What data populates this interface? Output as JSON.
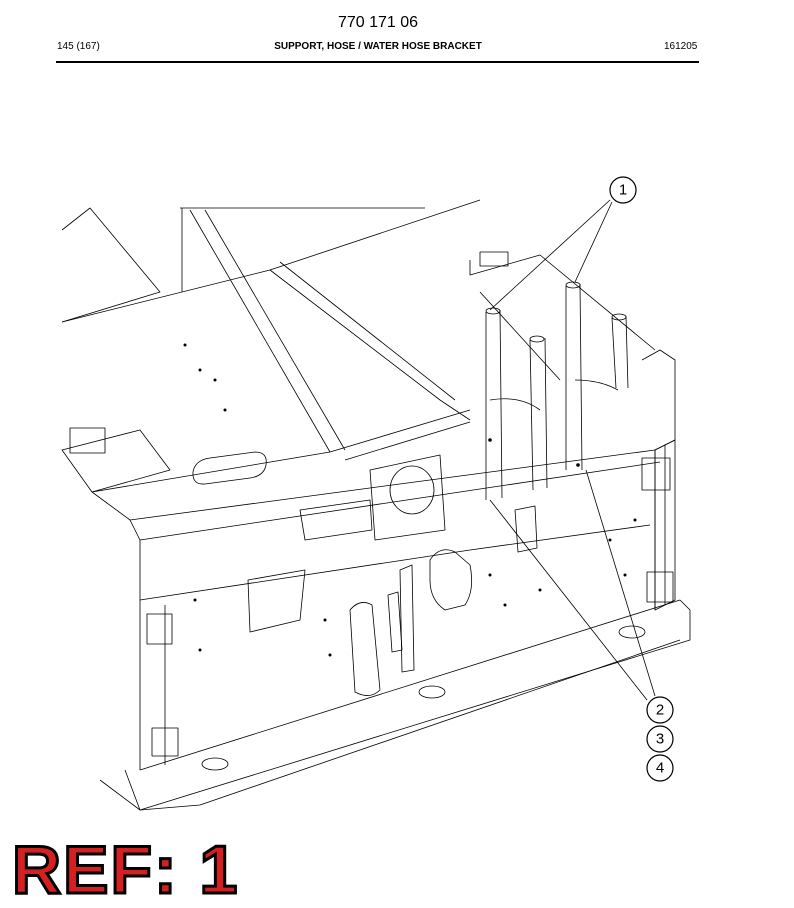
{
  "header": {
    "doc_number": "770 171 06",
    "page": "145 (167)",
    "title": "SUPPORT, HOSE / WATER HOSE BRACKET",
    "date_code": "161205"
  },
  "callouts": [
    {
      "label": "1"
    },
    {
      "label": "2"
    },
    {
      "label": "3"
    },
    {
      "label": "4"
    }
  ],
  "ref_label": "REF: 1"
}
